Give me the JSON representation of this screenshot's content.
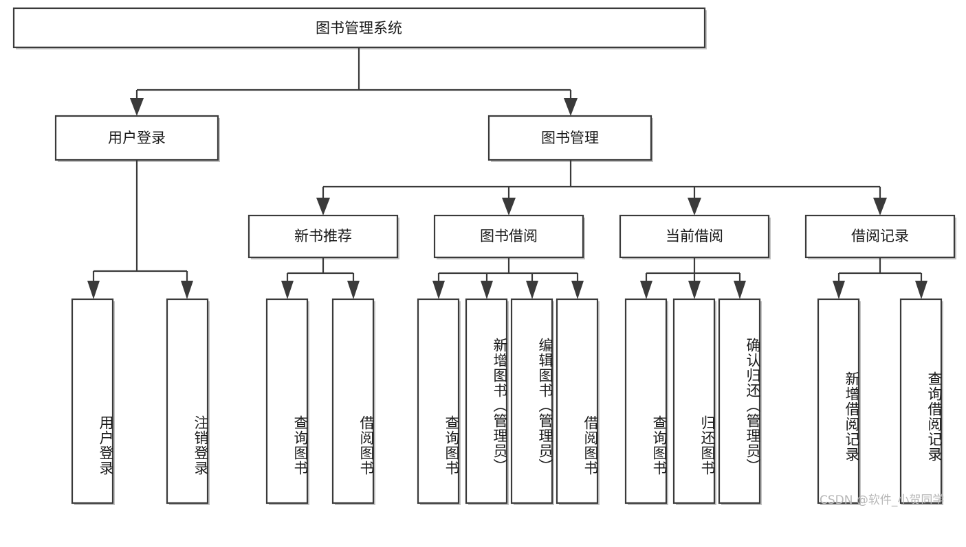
{
  "diagram": {
    "title": "图书管理系统",
    "type": "tree",
    "root": {
      "label": "图书管理系统"
    },
    "level2": [
      {
        "label": "用户登录"
      },
      {
        "label": "图书管理"
      }
    ],
    "level3": [
      {
        "label": "新书推荐"
      },
      {
        "label": "图书借阅"
      },
      {
        "label": "当前借阅"
      },
      {
        "label": "借阅记录"
      }
    ],
    "leaves": {
      "user_login": [
        {
          "label": "用户登录"
        },
        {
          "label": "注销登录"
        }
      ],
      "new_book_recommend": [
        {
          "label": "查询图书"
        },
        {
          "label": "借阅图书"
        }
      ],
      "book_borrow": [
        {
          "label": "查询图书"
        },
        {
          "label": "新增图书（管理员）"
        },
        {
          "label": "编辑图书（管理员）"
        },
        {
          "label": "借阅图书"
        }
      ],
      "current_borrow": [
        {
          "label": "查询图书"
        },
        {
          "label": "归还图书"
        },
        {
          "label": "确认归还（管理员）"
        }
      ],
      "borrow_record": [
        {
          "label": "新增借阅记录"
        },
        {
          "label": "查询借阅记录"
        }
      ]
    }
  },
  "watermark": {
    "text": "CSDN @软件_小贺同学"
  },
  "colors": {
    "stroke": "#3a3a3a",
    "box_fill": "#ffffff",
    "text": "#1a1a1a",
    "shadow": "#b9b9b9",
    "watermark": "#b7b7b7",
    "background": "#ffffff"
  }
}
